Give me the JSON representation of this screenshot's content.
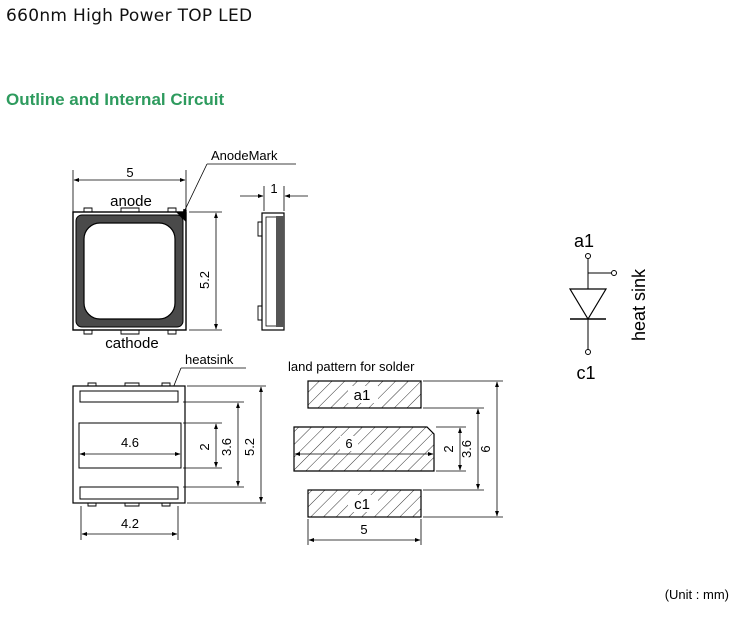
{
  "page": {
    "title": "660nm High Power TOP LED",
    "section_heading": "Outline and Internal Circuit",
    "unit_note": "(Unit : mm)",
    "accent_color": "#2e9b5e"
  },
  "top_view": {
    "width_dim": "5",
    "height_dim": "5.2",
    "anode_label": "anode",
    "cathode_label": "cathode",
    "anode_mark_label": "AnodeMark"
  },
  "side_view": {
    "thickness_dim": "1"
  },
  "bottom_view": {
    "heatsink_label": "heatsink",
    "heatsink_width_dim": "4.6",
    "heatsink_height_dim": "2",
    "inner_height_dim": "3.6",
    "outer_height_dim": "5.2",
    "pad_width_dim": "4.2"
  },
  "land_pattern": {
    "title": "land pattern for solder",
    "pad_a_label": "a1",
    "pad_c_label": "c1",
    "center_width_dim": "6",
    "center_height_dim": "2",
    "inner_height_dim": "3.6",
    "outer_height_dim": "6",
    "pad_width_dim": "5"
  },
  "circuit": {
    "anode_label": "a1",
    "cathode_label": "c1",
    "heat_sink_label": "heat sink"
  }
}
